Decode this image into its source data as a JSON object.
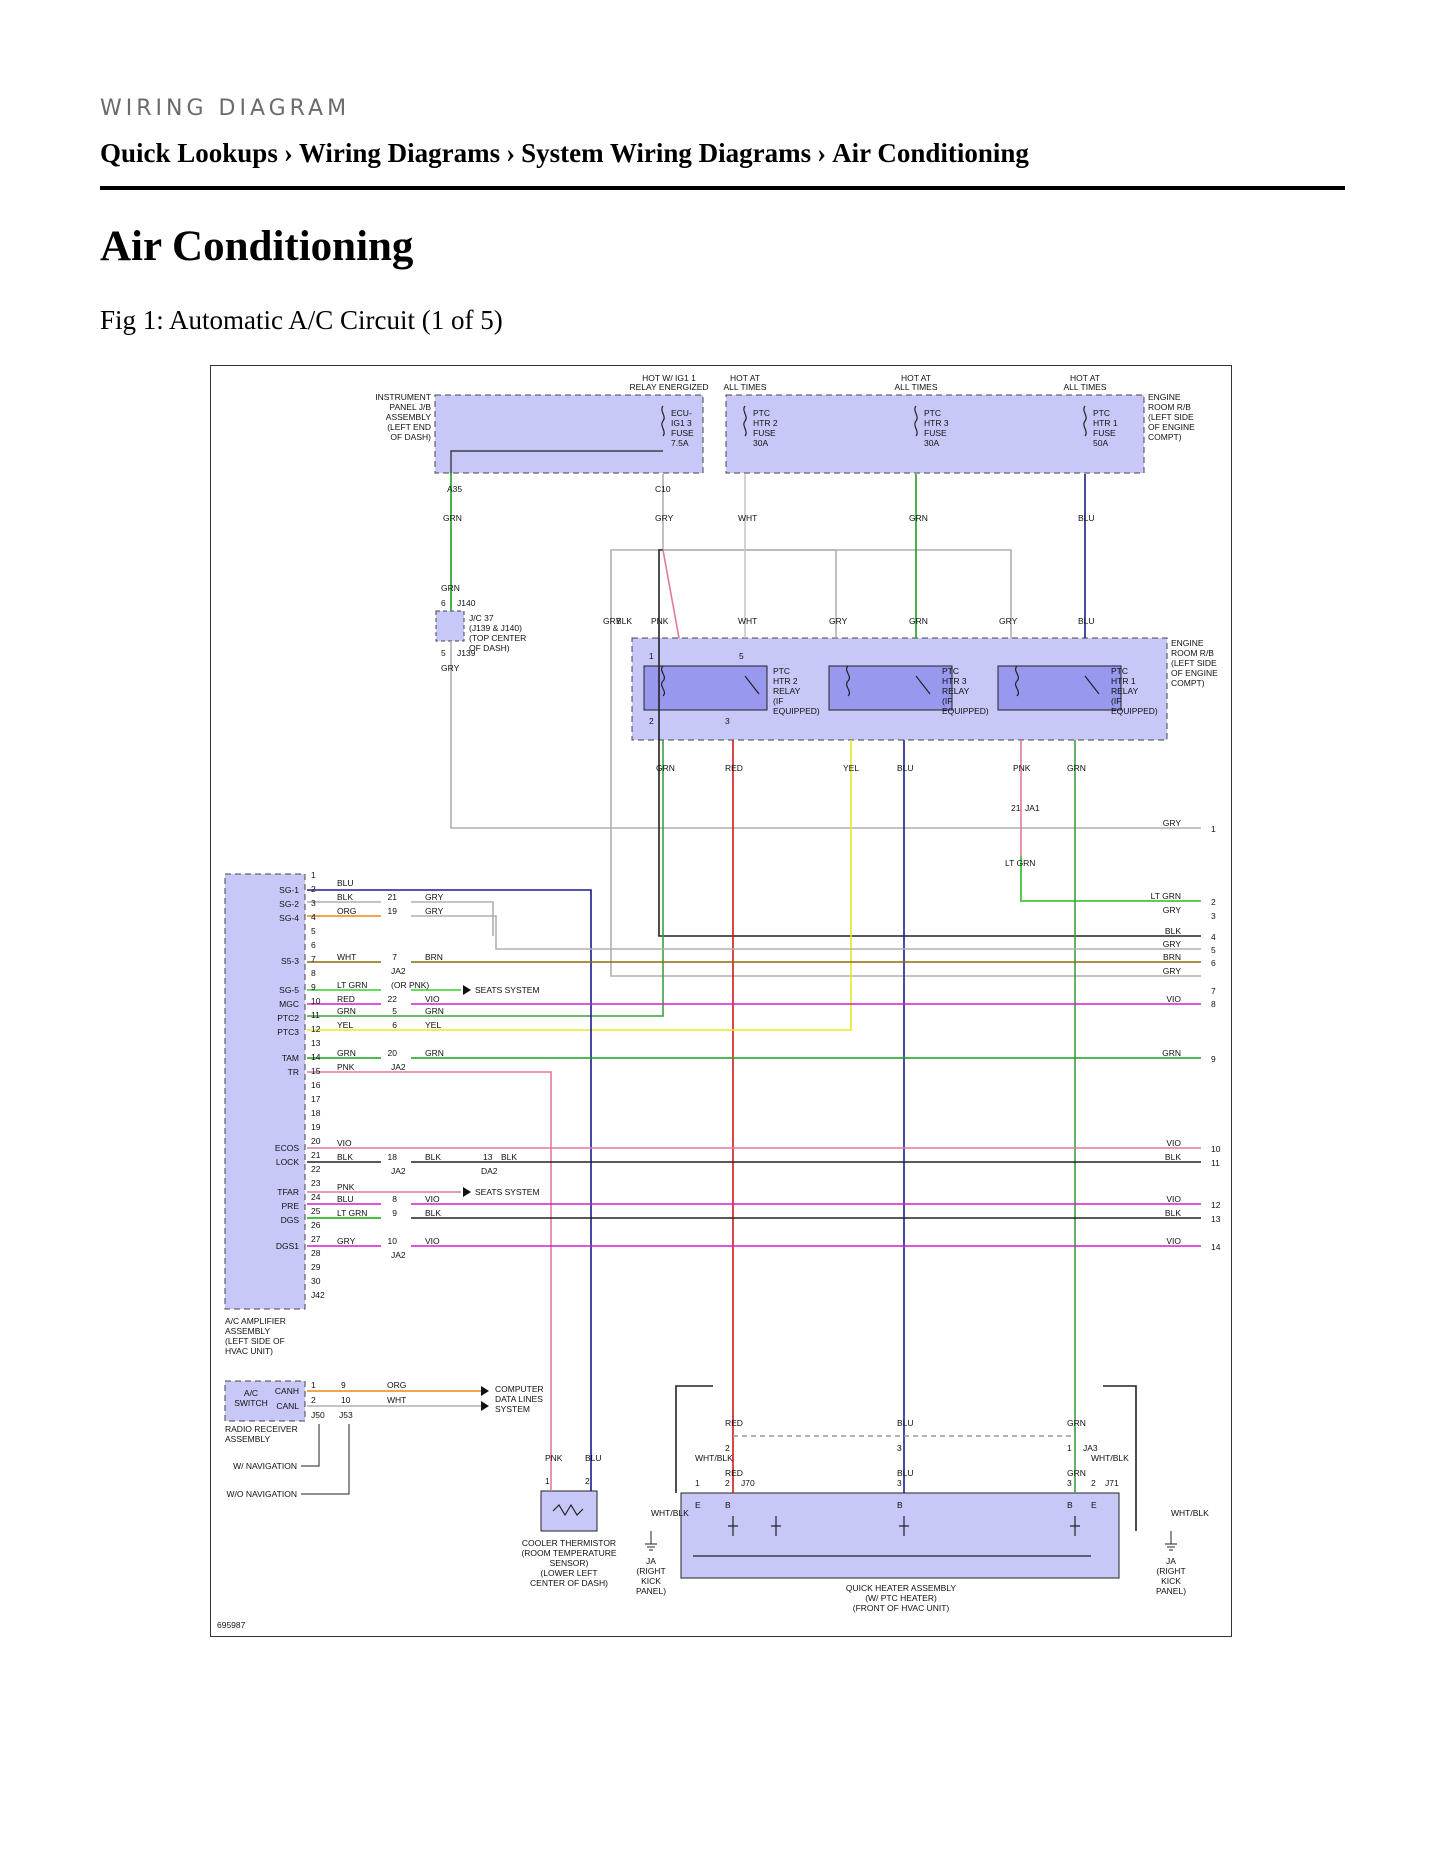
{
  "header": {
    "eyebrow": "WIRING DIAGRAM",
    "breadcrumb": [
      "Quick Lookups",
      "Wiring Diagrams",
      "System Wiring Diagrams",
      "Air Conditioning"
    ],
    "separator": "›"
  },
  "page_title": "Air Conditioning",
  "figure_caption": "Fig 1: Automatic A/C Circuit (1 of 5)",
  "diagram": {
    "figure_id": "695987",
    "top_notes": [
      "HOT W/ IG1 1",
      "RELAY ENERGIZED",
      "HOT AT",
      "ALL TIMES",
      "HOT AT",
      "ALL TIMES",
      "HOT AT",
      "ALL TIMES"
    ],
    "instrument_panel_jb": [
      "INSTRUMENT",
      "PANEL J/B",
      "ASSEMBLY",
      "(LEFT END",
      "OF DASH)"
    ],
    "engine_room_rb": [
      "ENGINE",
      "ROOM R/B",
      "(LEFT SIDE",
      "OF ENGINE",
      "COMPT)"
    ],
    "fuses": [
      [
        "ECU-",
        "IG1 3",
        "FUSE",
        "7.5A"
      ],
      [
        "PTC",
        "HTR 2",
        "FUSE",
        "30A"
      ],
      [
        "PTC",
        "HTR 3",
        "FUSE",
        "30A"
      ],
      [
        "PTC",
        "HTR 1",
        "FUSE",
        "50A"
      ]
    ],
    "pins_top": [
      "A35",
      "C10"
    ],
    "wire_colors_top": [
      "GRN",
      "GRY",
      "WHT",
      "GRN",
      "BLU"
    ],
    "jc37": [
      "J/C 37",
      "(J139 & J140)",
      "(TOP CENTER",
      "OF DASH)"
    ],
    "jc37_pins": [
      "6",
      "J140",
      "5",
      "J139"
    ],
    "jc37_wires": [
      "GRN",
      "GRY"
    ],
    "relay_in_wires": [
      "GRY",
      "BLK",
      "PNK",
      "WHT",
      "GRY",
      "GRN",
      "GRY",
      "BLU"
    ],
    "relays": [
      [
        "PTC",
        "HTR 2",
        "RELAY",
        "(IF",
        "EQUIPPED)"
      ],
      [
        "PTC",
        "HTR 3",
        "RELAY",
        "(IF",
        "EQUIPPED)"
      ],
      [
        "PTC",
        "HTR 1",
        "RELAY",
        "(IF",
        "EQUIPPED)"
      ]
    ],
    "relay_pins": [
      "1",
      "5",
      "2",
      "3"
    ],
    "relay_out_wires": [
      "GRN",
      "RED",
      "YEL",
      "BLU",
      "PNK",
      "GRN"
    ],
    "ja1": [
      "21",
      "JA1",
      "LT GRN"
    ],
    "amp_terminals": [
      "SG-1",
      "SG-2",
      "SG-4",
      "S5-3",
      "SG-5",
      "MGC",
      "PTC2",
      "PTC3",
      "TAM",
      "TR",
      "ECOS",
      "LOCK",
      "TFAR",
      "PRE",
      "DGS",
      "DGS1"
    ],
    "amp_pins": [
      "1",
      "2",
      "3",
      "4",
      "5",
      "6",
      "7",
      "8",
      "9",
      "10",
      "11",
      "12",
      "13",
      "14",
      "15",
      "16",
      "17",
      "18",
      "19",
      "20",
      "21",
      "22",
      "23",
      "24",
      "25",
      "26",
      "27",
      "28",
      "29",
      "30"
    ],
    "amp_wires": [
      "BLU",
      "BLK",
      "ORG",
      "WHT",
      "LT GRN",
      "RED",
      "GRN",
      "YEL",
      "GRN",
      "PNK",
      "VIO",
      "BLK",
      "PNK",
      "BLU",
      "LT GRN",
      "GRY"
    ],
    "mid_pins": [
      "21",
      "19",
      "7",
      "22",
      "5",
      "6",
      "20",
      "18",
      "8",
      "9",
      "10",
      "13"
    ],
    "mid_wires": [
      "GRY",
      "GRY",
      "BRN",
      "VIO",
      "GRN",
      "YEL",
      "GRN",
      "BLK",
      "VIO",
      "BLK",
      "VIO",
      "BLK"
    ],
    "connectors": [
      "JA2",
      "JA2",
      "JA2",
      "JA2",
      "DA2",
      "J42"
    ],
    "or_pnk": "(OR PNK)",
    "seats_system": "SEATS SYSTEM",
    "right_wires": [
      "GRY",
      "LT GRN",
      "GRY",
      "BLK",
      "GRY",
      "BRN",
      "GRY",
      "VIO",
      "GRN",
      "VIO",
      "BLK",
      "VIO",
      "BLK",
      "VIO"
    ],
    "right_nums": [
      "1",
      "2",
      "3",
      "4",
      "5",
      "6",
      "7",
      "8",
      "9",
      "10",
      "11",
      "12",
      "13",
      "14"
    ],
    "amp_label": [
      "A/C AMPLIFIER",
      "ASSEMBLY",
      "(LEFT SIDE OF",
      "HVAC UNIT)"
    ],
    "ac_switch": [
      "A/C",
      "SWITCH"
    ],
    "ac_switch_terms": [
      "CANH",
      "CANL"
    ],
    "ac_switch_pins": [
      "1",
      "2",
      "9",
      "10"
    ],
    "ac_switch_wires": [
      "ORG",
      "WHT"
    ],
    "ac_switch_conns": [
      "J50",
      "J53"
    ],
    "computer_data": [
      "COMPUTER",
      "DATA LINES",
      "SYSTEM"
    ],
    "radio_receiver": [
      "RADIO RECEIVER",
      "ASSEMBLY"
    ],
    "nav_options": [
      "W/ NAVIGATION",
      "W/O NAVIGATION"
    ],
    "thermistor_wires": [
      "PNK",
      "BLU"
    ],
    "thermistor_pins": [
      "1",
      "2"
    ],
    "thermistor": [
      "COOLER THERMISTOR",
      "(ROOM TEMPERATURE",
      "SENSOR)",
      "(LOWER LEFT",
      "CENTER OF DASH)"
    ],
    "heater_wires": [
      "RED",
      "WHT/BLK",
      "RED",
      "BLU",
      "BLU",
      "GRN",
      "WHT/BLK",
      "GRN",
      "WHT/BLK",
      "WHT/BLK"
    ],
    "heater_pins": [
      "2",
      "1",
      "2",
      "3",
      "3",
      "1",
      "3",
      "2",
      "J70",
      "JA3",
      "J71"
    ],
    "heater_terms": [
      "E",
      "B",
      "B",
      "B",
      "E"
    ],
    "ground": [
      "JA",
      "(RIGHT",
      "KICK",
      "PANEL)"
    ],
    "heater": [
      "QUICK HEATER ASSEMBLY",
      "(W/ PTC HEATER)",
      "(FRONT OF HVAC UNIT)"
    ]
  }
}
